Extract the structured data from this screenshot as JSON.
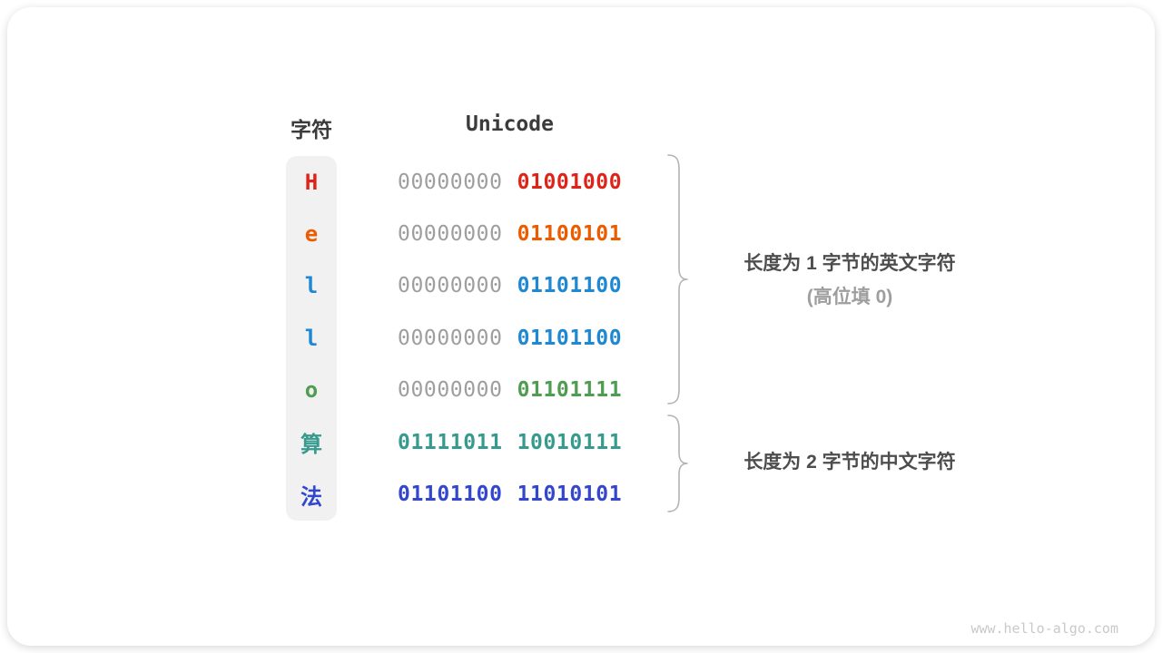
{
  "header": {
    "char_col": "字符",
    "unicode_col": "Unicode"
  },
  "rows": [
    {
      "char": "H",
      "color": "#e02318",
      "byte1": "00000000",
      "byte2": "01001000",
      "byte1_muted": true
    },
    {
      "char": "e",
      "color": "#ec5b00",
      "byte1": "00000000",
      "byte2": "01100101",
      "byte1_muted": true
    },
    {
      "char": "l",
      "color": "#1e88d2",
      "byte1": "00000000",
      "byte2": "01101100",
      "byte1_muted": true
    },
    {
      "char": "l",
      "color": "#1e88d2",
      "byte1": "00000000",
      "byte2": "01101100",
      "byte1_muted": true
    },
    {
      "char": "o",
      "color": "#4e9d50",
      "byte1": "00000000",
      "byte2": "01101111",
      "byte1_muted": true
    },
    {
      "char": "算",
      "color": "#379a8e",
      "byte1": "01111011",
      "byte2": "10010111",
      "byte1_muted": false
    },
    {
      "char": "法",
      "color": "#3347cc",
      "byte1": "01101100",
      "byte2": "11010101",
      "byte1_muted": false
    }
  ],
  "colors": {
    "muted_byte": "#9e9e9e",
    "header_text": "#3b3b3b",
    "brace": "#b3b3b3"
  },
  "annotations": {
    "group1_line1": "长度为 1 字节的英文字符",
    "group1_line2": "(高位填 0)",
    "group2_line1": "长度为 2 字节的中文字符"
  },
  "watermark": "www.hello-algo.com"
}
